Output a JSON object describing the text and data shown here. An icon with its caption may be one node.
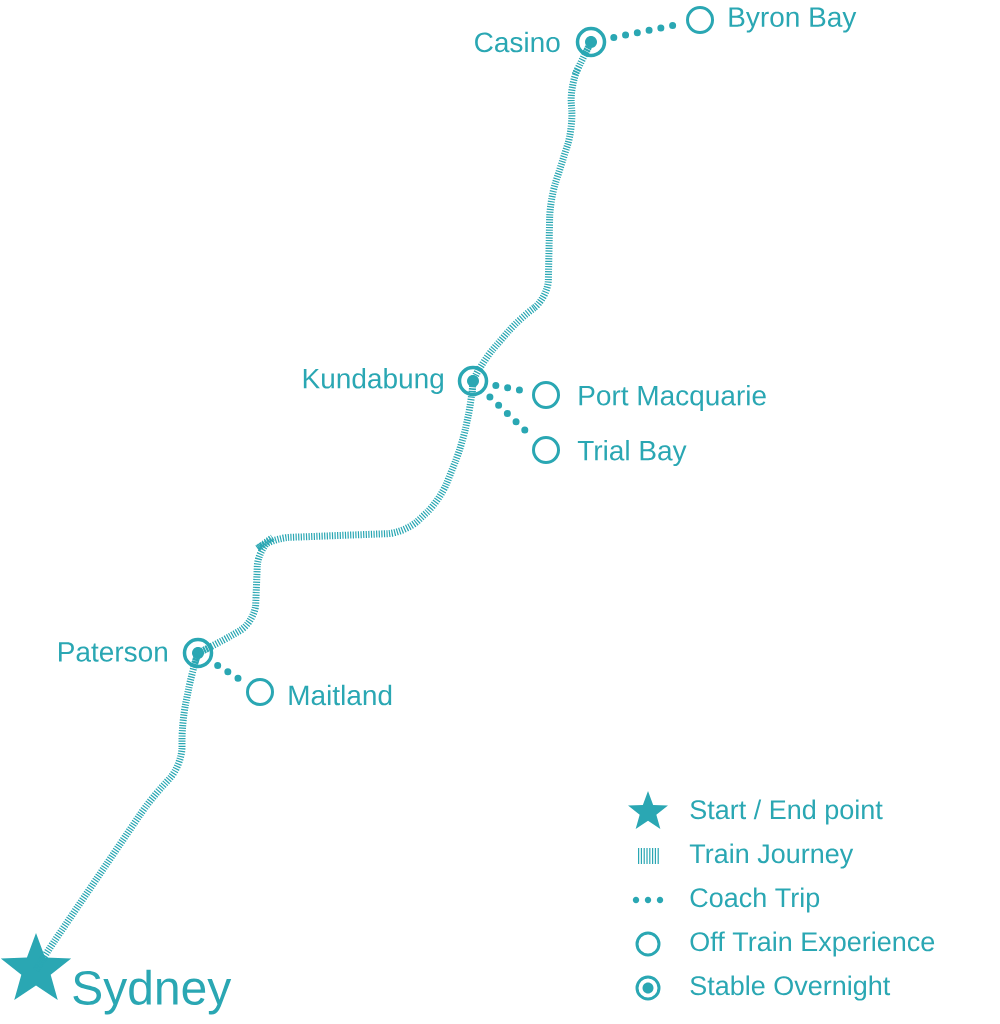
{
  "diagram": {
    "nodes": [
      {
        "text": [
          "Casino"
        ]
      },
      {
        "text": [
          "Byron Bay"
        ]
      },
      {
        "text": [
          "Kundabung"
        ]
      },
      {
        "text": [
          "Port Macquarie"
        ]
      },
      {
        "text": [
          "Trial Bay"
        ]
      },
      {
        "text": [
          "Paterson"
        ]
      },
      {
        "text": [
          "Maitland"
        ]
      },
      {
        "text": [
          "Sydney"
        ]
      }
    ],
    "edges": [
      {
        "from": 7,
        "to": 5,
        "arrow": "none"
      },
      {
        "from": 5,
        "to": 2,
        "arrow": "none"
      },
      {
        "from": 2,
        "to": 0,
        "arrow": "none"
      },
      {
        "from": 0,
        "to": 1,
        "arrow": "none",
        "style": "dashed"
      },
      {
        "from": 2,
        "to": 3,
        "arrow": "none",
        "style": "dashed"
      },
      {
        "from": 2,
        "to": 4,
        "arrow": "none",
        "style": "dashed"
      },
      {
        "from": 5,
        "to": 6,
        "arrow": "none",
        "style": "dashed"
      }
    ],
    "legend": [
      {
        "text": "Start / End point"
      },
      {
        "text": "Train Journey"
      },
      {
        "text": "Coach Trip"
      },
      {
        "text": "Off Train Experience"
      },
      {
        "text": "Stable Overnight"
      }
    ]
  }
}
